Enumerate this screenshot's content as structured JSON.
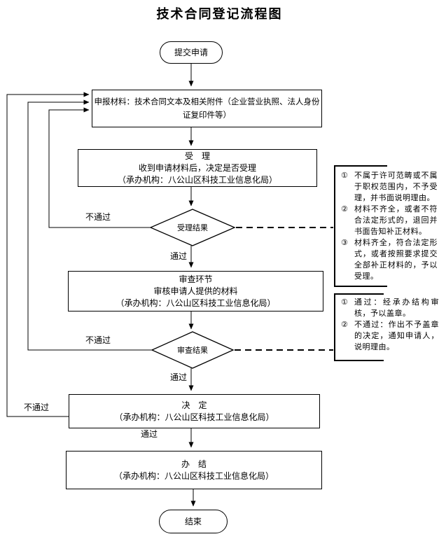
{
  "title": "技术合同登记流程图",
  "flow": {
    "start": "提交申请",
    "materials": "申报材料：技术合同文本及相关附件（企业营业执照、法人身份证复印件等）",
    "accept": {
      "line1": "受　理",
      "line2": "收到申请材料后，决定是否受理",
      "line3": "（承办机构：八公山区科技工业信息化局）"
    },
    "accept_result": "受理结果",
    "review": {
      "line1": "审查环节",
      "line2": "审核申请人提供的材料",
      "line3": "（承办机构：八公山区科技工业信息化局）"
    },
    "review_result": "审查结果",
    "decision": {
      "line1": "决　定",
      "line2": "（承办机构：八公山区科技工业信息化局）"
    },
    "complete": {
      "line1": "办　结",
      "line2": "（承办机构：八公山区科技工业信息化局）"
    },
    "end": "结束"
  },
  "labels": {
    "fail_accept": "不通过",
    "pass_accept": "通过",
    "fail_review": "不通过",
    "pass_review": "通过",
    "fail_decision": "不通过",
    "pass_decision": "通过"
  },
  "annotations": {
    "accept_notes": {
      "items": [
        {
          "marker": "①",
          "text": "不属于许可范畴或不属于职权范围内，不予受理，并书面说明理由。"
        },
        {
          "marker": "②",
          "text": "材料不齐全，或者不符合法定形式的，退回并书面告知补正材料。"
        },
        {
          "marker": "③",
          "text": "材料齐全，符合法定形式，或者按照要求提交全部补正材料的，予以受理。"
        }
      ]
    },
    "review_notes": {
      "items": [
        {
          "marker": "①",
          "text": "通过：经承办结构审核，予以盖章。"
        },
        {
          "marker": "②",
          "text": "不通过：作出不予盖章的决定，通知申请人，说明理由。"
        }
      ]
    }
  },
  "colors": {
    "line": "#000000",
    "background": "#ffffff"
  }
}
